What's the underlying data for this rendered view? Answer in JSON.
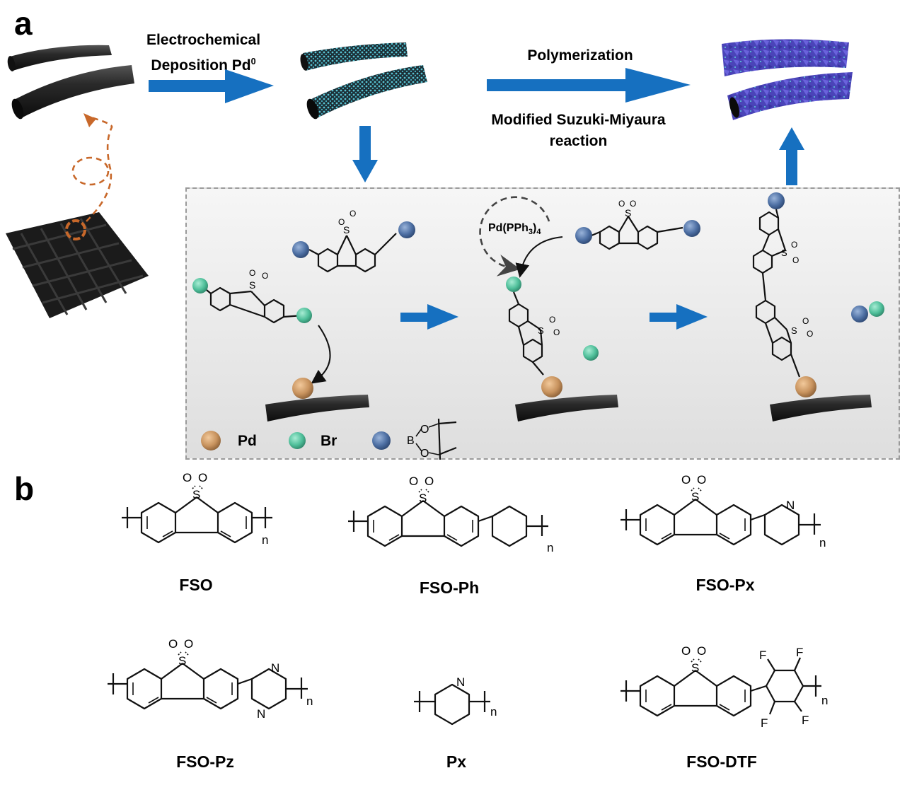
{
  "panel_a": {
    "letter": "a",
    "step1_label_line1": "Electrochemical",
    "step1_label_line2": "Deposition Pd",
    "step1_label_sup": "0",
    "step2_label_top": "Polymerization",
    "step2_label_bottom_line1": "Modified Suzuki-Miyaura",
    "step2_label_bottom_line2": "reaction",
    "catalyst_label": "Pd(PPh",
    "catalyst_sub1": "3",
    "catalyst_close": ")",
    "catalyst_sub2": "4",
    "atom_S": "S",
    "atom_O": "O",
    "atom_B": "B",
    "legend": [
      {
        "label": "Pd",
        "color": "#c8935e"
      },
      {
        "label": "Br",
        "color": "#4fbf9a"
      },
      {
        "label": "",
        "color": "#4d6fa3",
        "note": "pinacol boronate ester"
      }
    ],
    "colors": {
      "arrow": "#1670c0",
      "orange_dashed": "#c8682a",
      "carbon_fiber": "#1e1e1e",
      "pd_dots": "#4bb8c8",
      "polymer": "#5148c8"
    }
  },
  "panel_b": {
    "letter": "b",
    "molecules": [
      {
        "name": "FSO"
      },
      {
        "name": "FSO-Ph",
        "ring_fill": "#a7c4e0"
      },
      {
        "name": "FSO-Px",
        "ring_fill": "#a7c4e0",
        "heteroatom": "N"
      },
      {
        "name": "FSO-Pz",
        "ring_fill": "#a7c4e0",
        "heteroatom": "N"
      },
      {
        "name": "Px",
        "heteroatom": "N"
      },
      {
        "name": "FSO-DTF",
        "ring_fill": "#a9cf94",
        "substituent": "F"
      }
    ],
    "repeat_subscript": "n"
  }
}
